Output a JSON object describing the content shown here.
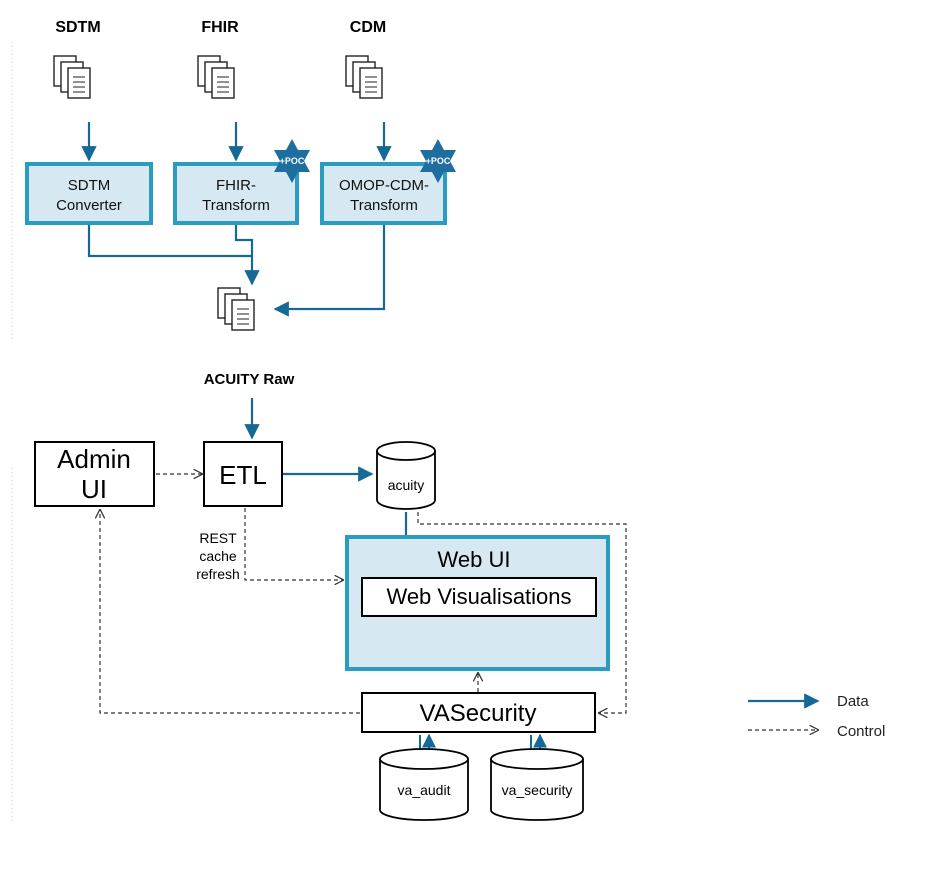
{
  "sources": {
    "sdtm": "SDTM",
    "fhir": "FHIR",
    "cdm": "CDM"
  },
  "converters": {
    "sdtm": [
      "SDTM",
      "Converter"
    ],
    "fhir": [
      "FHIR-",
      "Transform"
    ],
    "omop": [
      "OMOP-CDM-",
      "Transform"
    ]
  },
  "poc_badge": "+POC",
  "acuity_raw": "ACUITY Raw",
  "admin_ui": [
    "Admin",
    "UI"
  ],
  "etl": "ETL",
  "acuity_db": "acuity",
  "rest_note": [
    "REST",
    "cache",
    "refresh"
  ],
  "web_ui": "Web UI",
  "web_visualisations": "Web Visualisations",
  "vasecurity": "VASecurity",
  "va_audit": "va_audit",
  "va_security": "va_security",
  "legend": {
    "data": "Data",
    "control": "Control"
  },
  "colors": {
    "accent": "#1a7a9c",
    "data_line": "#146a94",
    "box_fill": "#d6e8f1",
    "box_border": "#2a9cbf",
    "poc_star": "#1e6fa0"
  }
}
